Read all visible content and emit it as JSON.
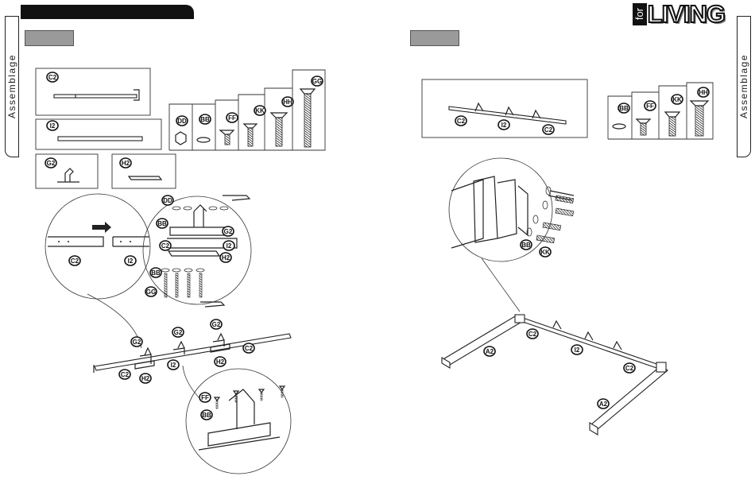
{
  "page": {
    "side_label": "Assemblage",
    "brand": {
      "prefix": "for",
      "name": "LIVING"
    }
  },
  "left": {
    "parts": [
      "C2",
      "I2",
      "G2",
      "H2"
    ],
    "hardware": [
      "DD",
      "BB",
      "FF",
      "KK",
      "HH",
      "GG"
    ],
    "callouts": {
      "dd": "DD",
      "bb1": "BB",
      "g2a": "G2",
      "c2a": "C2",
      "i2a": "I2",
      "h2a": "H2",
      "bb2": "BB",
      "gg": "GG",
      "c2b": "C2",
      "i2b": "I2",
      "g2b": "G2",
      "g2c": "G2",
      "g2d": "G2",
      "c2c": "C2",
      "c2d": "C2",
      "i2c": "I2",
      "h2b": "H2",
      "h2c": "H2",
      "ff": "FF",
      "bb3": "BB"
    }
  },
  "right": {
    "kit": [
      "C2",
      "I2",
      "C2"
    ],
    "hardware": [
      "BB",
      "FF",
      "KK",
      "HH"
    ],
    "callouts": {
      "bb": "BB",
      "kk": "KK",
      "c2a": "C2",
      "i2": "I2",
      "c2b": "C2",
      "a2a": "A2",
      "a2b": "A2"
    }
  }
}
